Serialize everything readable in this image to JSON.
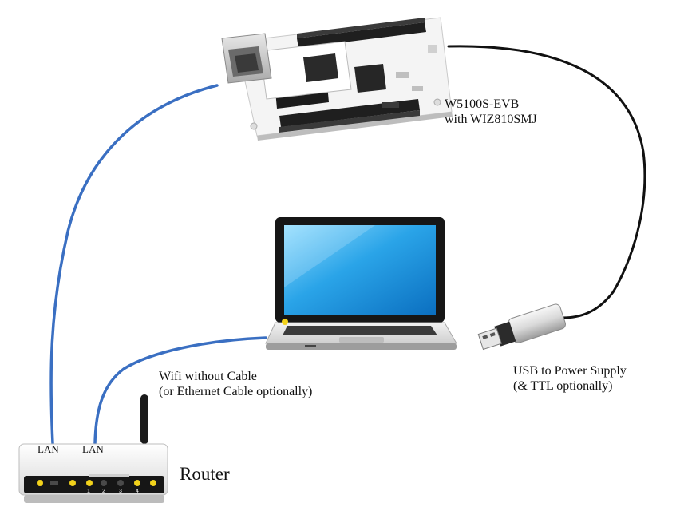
{
  "board": {
    "line1": "W5100S-EVB",
    "line2": "with WIZ810SMJ"
  },
  "wifi": {
    "line1": "Wifi without Cable",
    "line2": "(or Ethernet Cable optionally)"
  },
  "usb": {
    "line1": "USB to Power Supply",
    "line2": "(& TTL optionally)"
  },
  "router": {
    "label": "Router",
    "lan1": "LAN",
    "lan2": "LAN",
    "port_numbers": [
      "1",
      "2",
      "3",
      "4"
    ]
  },
  "colors": {
    "ethernet_cable": "#3a6fc2",
    "usb_cable": "#111111",
    "pcb": "#f4f4f4",
    "led_on": "#f2d21b",
    "screen": "#2aa4e8"
  }
}
